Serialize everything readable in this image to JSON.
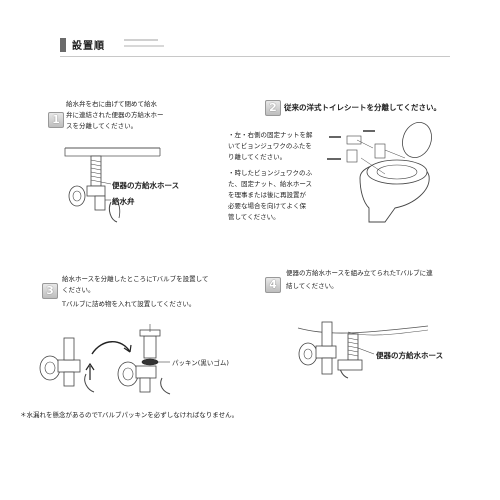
{
  "header": {
    "title": "設置順"
  },
  "steps": [
    {
      "num": "1",
      "lines": [
        "給水弁を右に曲げて閉めて給水",
        "弁に連結された便器の方給水ホー",
        "スを分離してください。"
      ],
      "labels": {
        "hose": "便器の方給水ホース",
        "valve": "給水弁"
      }
    },
    {
      "num": "2",
      "title": "従来の洋式トイレシートを分離してください。",
      "lines": [
        "・左・右側の固定ナットを解",
        "いてビョンジュワクのふたを",
        "り離してください。",
        "・時したビョンジュワクのふ",
        "た、固定ナット、給水ホース",
        "を理事または後に再設置が",
        "必要な場合を向けてよく保",
        "管してください。"
      ]
    },
    {
      "num": "3",
      "lines": [
        "給水ホースを分離したところにTバルブを設置して",
        "ください。",
        "Tバルブに詰め物を入れて設置してください。"
      ],
      "labels": {
        "packing": "パッキン(黒いゴム)"
      }
    },
    {
      "num": "4",
      "lines": [
        "便器の方給水ホースを組み立てられたTバルブに連",
        "結してください。"
      ],
      "labels": {
        "hose": "便器の方給水ホース"
      }
    }
  ],
  "footnote": "＊水漏れを懸念があるのでTバルブパッキンを必ずしなければなりません。"
}
